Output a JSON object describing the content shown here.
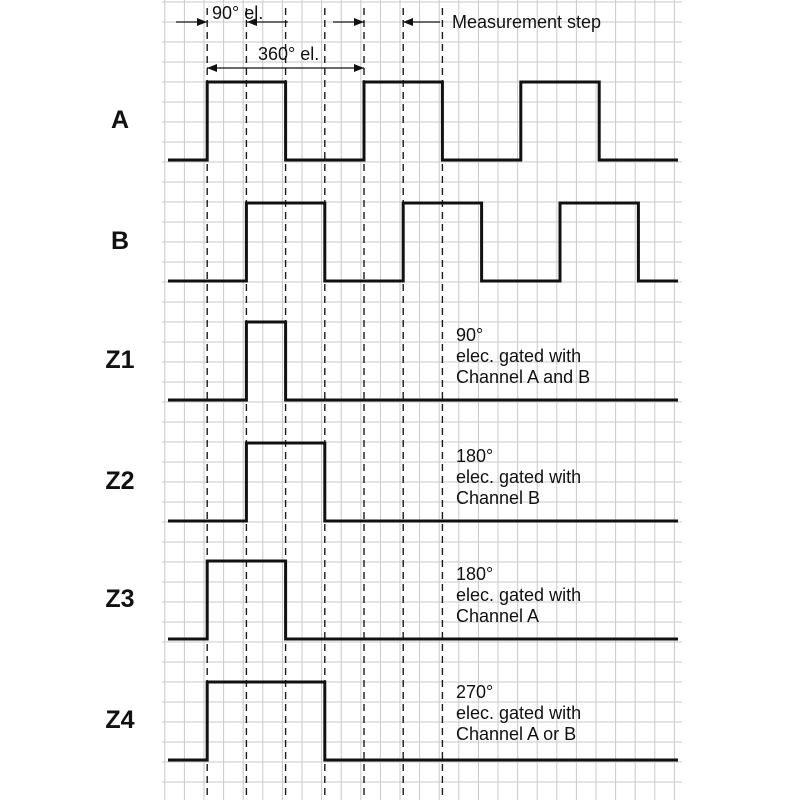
{
  "title": "Quadrature encoder channel timing diagram",
  "dimensions": {
    "deg90": "90° el.",
    "deg360": "360° el.",
    "measurement_step": "Measurement step"
  },
  "channels": [
    {
      "label": "A",
      "levels": [
        0,
        1,
        1,
        0,
        0,
        1,
        1,
        0,
        0,
        1,
        1,
        0,
        0
      ]
    },
    {
      "label": "B",
      "levels": [
        0,
        0,
        1,
        1,
        0,
        0,
        1,
        1,
        0,
        0,
        1,
        1,
        0
      ]
    },
    {
      "label": "Z1",
      "levels": [
        0,
        0,
        1,
        0,
        0,
        0,
        0,
        0,
        0,
        0,
        0,
        0,
        0
      ],
      "note": [
        "90°",
        "elec. gated with",
        "Channel A and B"
      ]
    },
    {
      "label": "Z2",
      "levels": [
        0,
        0,
        1,
        1,
        0,
        0,
        0,
        0,
        0,
        0,
        0,
        0,
        0
      ],
      "note": [
        "180°",
        "elec. gated with",
        "Channel B"
      ]
    },
    {
      "label": "Z3",
      "levels": [
        0,
        1,
        1,
        0,
        0,
        0,
        0,
        0,
        0,
        0,
        0,
        0,
        0
      ],
      "note": [
        "180°",
        "elec. gated with",
        "Channel A"
      ]
    },
    {
      "label": "Z4",
      "levels": [
        0,
        1,
        1,
        1,
        0,
        0,
        0,
        0,
        0,
        0,
        0,
        0,
        0
      ],
      "note": [
        "270°",
        "elec. gated with",
        "Channel A or B"
      ]
    }
  ],
  "step_unit": "90° el. per step",
  "dashed_marker_steps": [
    1,
    2,
    3,
    4,
    5,
    6,
    7
  ]
}
